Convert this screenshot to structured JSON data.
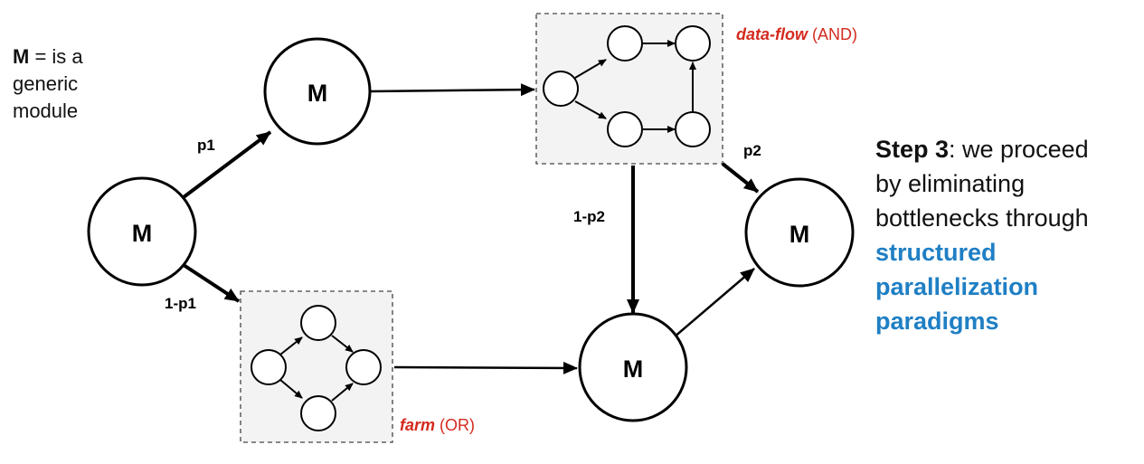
{
  "legend": {
    "bold": "M",
    "rest": " = is a",
    "line2": "generic",
    "line3": "module"
  },
  "nodes": {
    "module_label": "M"
  },
  "edges": {
    "p1": "p1",
    "one_minus_p1": "1-p1",
    "p2": "p2",
    "one_minus_p2": "1-p2"
  },
  "boxes": {
    "dataflow": {
      "name": "data-flow",
      "tag": " (AND)"
    },
    "farm": {
      "name": "farm",
      "tag": " (OR)"
    }
  },
  "step": {
    "bold": "Step 3",
    "text_after_bold": ": we proceed",
    "line2": "by eliminating",
    "line3": "bottlenecks through",
    "highlight": [
      "structured",
      "parallelization",
      "paradigms"
    ]
  },
  "colors": {
    "red": "#d42a1e",
    "blue": "#1f7fc4",
    "box_fill": "#f3f3f3"
  }
}
